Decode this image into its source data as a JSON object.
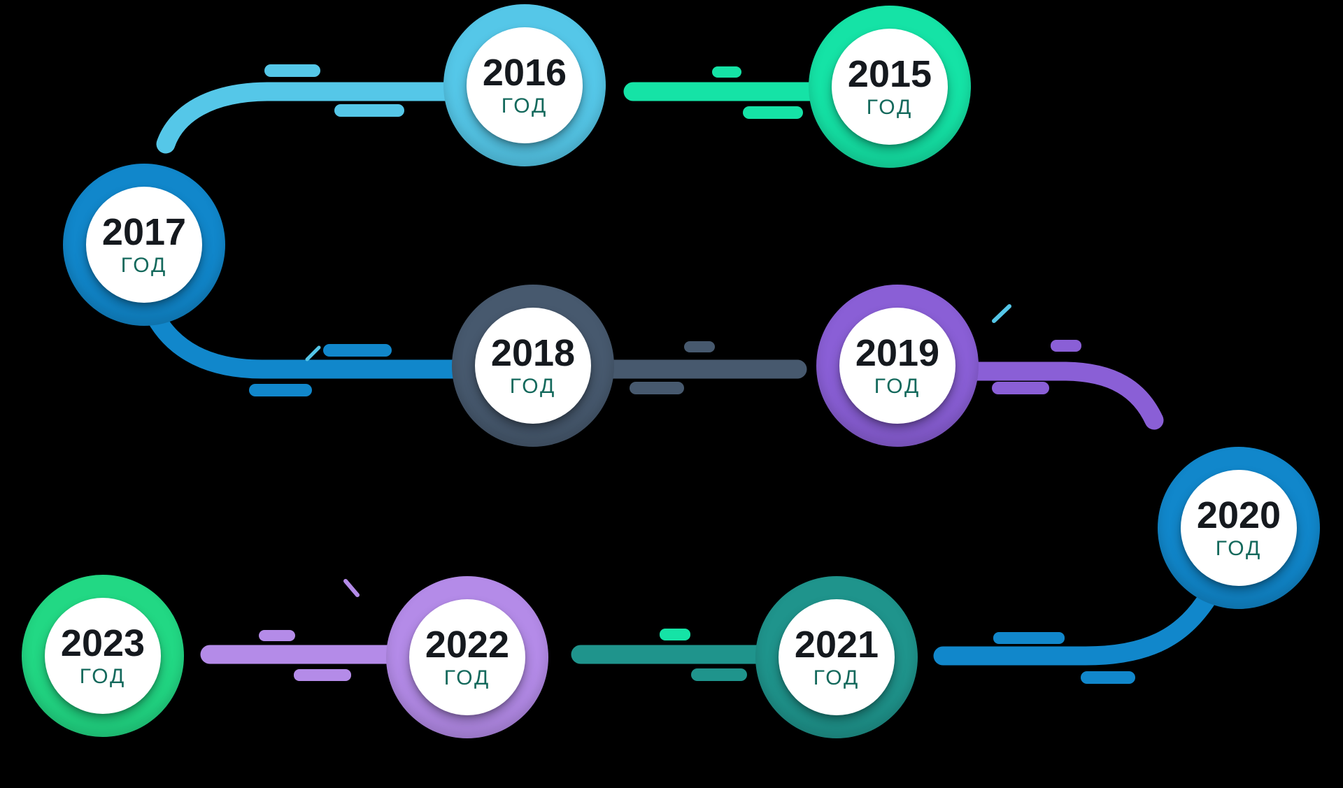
{
  "background": "transparent rendered as black",
  "colors": {
    "background": "#000000",
    "light_blue": "#55C7E8",
    "mint": "#15E3A6",
    "blue": "#1187CB",
    "slate": "#47596E",
    "purple": "#8A5FD6",
    "teal": "#1F948C",
    "lavender": "#B48BE8",
    "green": "#22D884",
    "year_text": "#15191E",
    "year_label_text": "#14695C",
    "disc": "#FFFFFF"
  },
  "timeline": {
    "type": "year-timeline-infographic",
    "nodes": [
      {
        "year": "2015",
        "label": "ГОД",
        "color": "#15E3A6"
      },
      {
        "year": "2016",
        "label": "ГОД",
        "color": "#55C7E8"
      },
      {
        "year": "2017",
        "label": "ГОД",
        "color": "#1187CB"
      },
      {
        "year": "2018",
        "label": "ГОД",
        "color": "#47596E"
      },
      {
        "year": "2019",
        "label": "ГОД",
        "color": "#8A5FD6"
      },
      {
        "year": "2020",
        "label": "ГОД",
        "color": "#1187CB"
      },
      {
        "year": "2021",
        "label": "ГОД",
        "color": "#1F948C"
      },
      {
        "year": "2022",
        "label": "ГОД",
        "color": "#B48BE8"
      },
      {
        "year": "2023",
        "label": "ГОД",
        "color": "#22D884"
      }
    ]
  }
}
